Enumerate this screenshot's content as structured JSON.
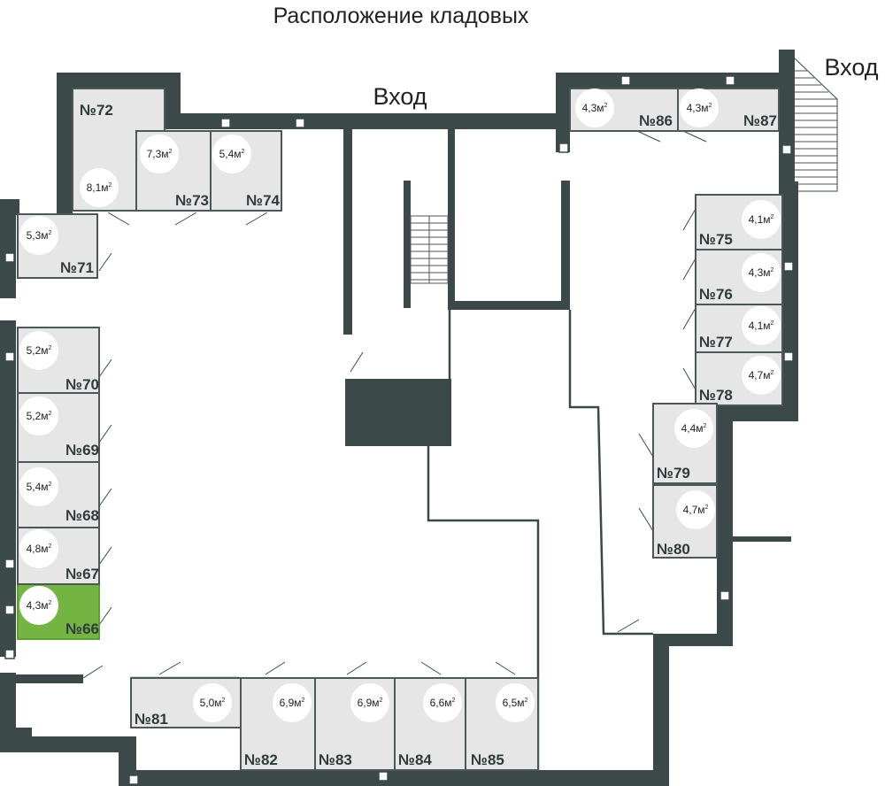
{
  "title": "Расположение кладовых",
  "entrance_labels": {
    "top": "Вход",
    "right": "Вход"
  },
  "area_unit_sup": "2",
  "highlight_color": "#74b443",
  "wall_color": "#3b4a48",
  "room_fill": "#e6e6e6",
  "rooms": [
    {
      "id": "66",
      "number": "№66",
      "area": "4,3м",
      "selected": true
    },
    {
      "id": "67",
      "number": "№67",
      "area": "4,8м",
      "selected": false
    },
    {
      "id": "68",
      "number": "№68",
      "area": "5,4м",
      "selected": false
    },
    {
      "id": "69",
      "number": "№69",
      "area": "5,2м",
      "selected": false
    },
    {
      "id": "70",
      "number": "№70",
      "area": "5,2м",
      "selected": false
    },
    {
      "id": "71",
      "number": "№71",
      "area": "5,3м",
      "selected": false
    },
    {
      "id": "72",
      "number": "№72",
      "area": "8,1м",
      "selected": false
    },
    {
      "id": "73",
      "number": "№73",
      "area": "7,3м",
      "selected": false
    },
    {
      "id": "74",
      "number": "№74",
      "area": "5,4м",
      "selected": false
    },
    {
      "id": "75",
      "number": "№75",
      "area": "4,1м",
      "selected": false
    },
    {
      "id": "76",
      "number": "№76",
      "area": "4,3м",
      "selected": false
    },
    {
      "id": "77",
      "number": "№77",
      "area": "4,1м",
      "selected": false
    },
    {
      "id": "78",
      "number": "№78",
      "area": "4,7м",
      "selected": false
    },
    {
      "id": "79",
      "number": "№79",
      "area": "4,4м",
      "selected": false
    },
    {
      "id": "80",
      "number": "№80",
      "area": "4,7м",
      "selected": false
    },
    {
      "id": "81",
      "number": "№81",
      "area": "5,0м",
      "selected": false
    },
    {
      "id": "82",
      "number": "№82",
      "area": "6,9м",
      "selected": false
    },
    {
      "id": "83",
      "number": "№83",
      "area": "6,9м",
      "selected": false
    },
    {
      "id": "84",
      "number": "№84",
      "area": "6,6м",
      "selected": false
    },
    {
      "id": "85",
      "number": "№85",
      "area": "6,5м",
      "selected": false
    },
    {
      "id": "86",
      "number": "№86",
      "area": "4,3м",
      "selected": false
    },
    {
      "id": "87",
      "number": "№87",
      "area": "4,3м",
      "selected": false
    }
  ]
}
